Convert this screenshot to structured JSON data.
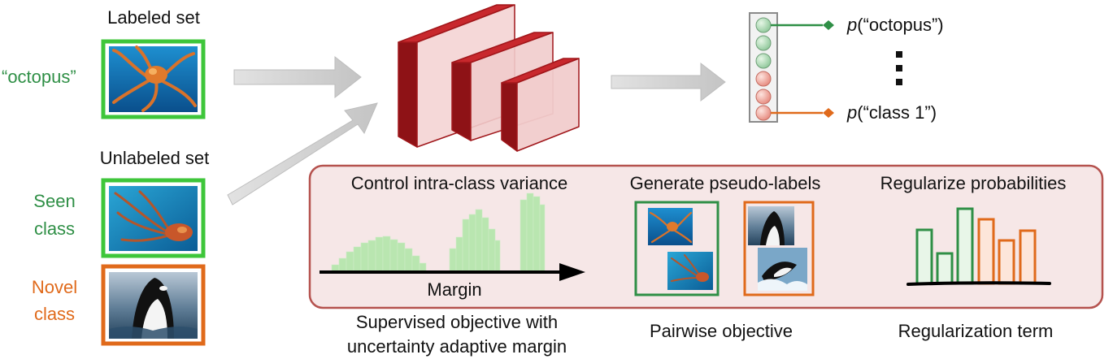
{
  "left": {
    "labeled_set_title": "Labeled set",
    "octopus_label": "“octopus”",
    "unlabeled_set_title": "Unlabeled set",
    "seen_class_line1": "Seen",
    "seen_class_line2": "class",
    "novel_class_line1": "Novel",
    "novel_class_line2": "class"
  },
  "outputs": {
    "prob_octopus_p": "p",
    "prob_octopus_label": "(“octopus”)",
    "prob_class1_p": "p",
    "prob_class1_label": "(“class 1”)"
  },
  "panel": {
    "intra_class_title": "Control intra-class variance",
    "margin_label": "Margin",
    "pseudo_label_title": "Generate pseudo-labels",
    "regularize_title": "Regularize probabilities",
    "supervised_caption_line1": "Supervised objective with",
    "supervised_caption_line2": "uncertainty adaptive margin",
    "pairwise_caption": "Pairwise objective",
    "regularization_caption": "Regularization term"
  },
  "colors": {
    "green": "#2f8f46",
    "bright_green": "#3ec63a",
    "orange": "#e06a1b",
    "dark_red": "#a0161a",
    "panel_fill": "#f6e7e7",
    "panel_border": "#b5524e",
    "arrow_gray": "#d0d0d0"
  }
}
